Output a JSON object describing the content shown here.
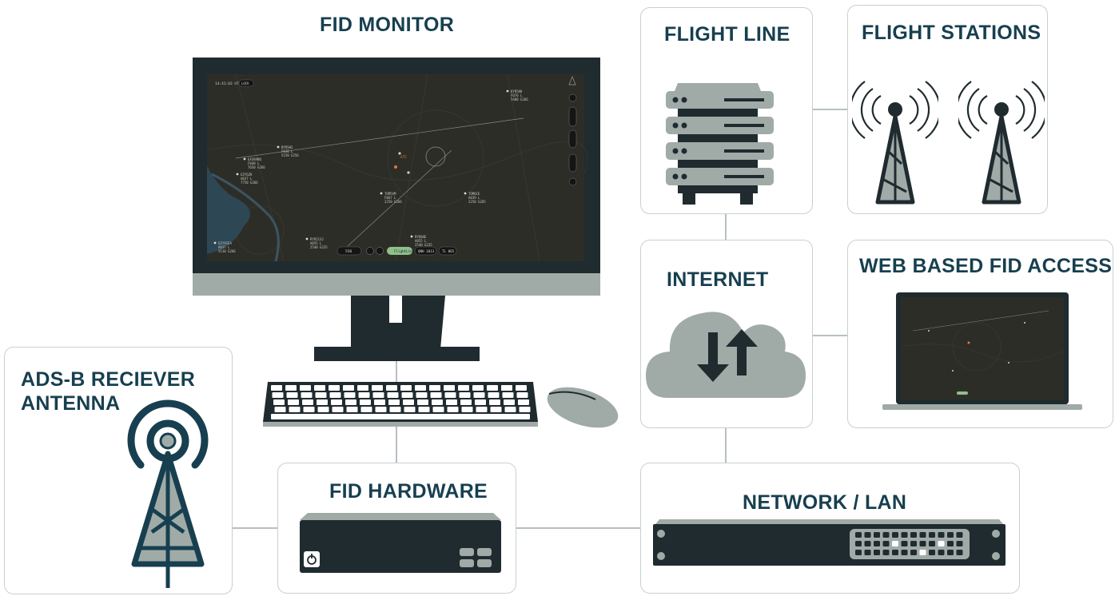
{
  "diagram": {
    "fid_monitor": {
      "title": "FID MONITOR"
    },
    "flight_line": {
      "title": "FLIGHT LINE"
    },
    "flight_stations": {
      "title": "FLIGHT STATIONS"
    },
    "internet": {
      "title": "INTERNET"
    },
    "web_access": {
      "title": "WEB BASED FID ACCESS"
    },
    "ads_b": {
      "title_line1": "ADS-B RECIEVER",
      "title_line2": "ANTENNA"
    },
    "fid_hardware": {
      "title": "FID HARDWARE"
    },
    "network": {
      "title": "NETWORK / LAN"
    },
    "screen": {
      "time": "14:41:03 UTC",
      "lock_label": "LOCK",
      "zoom_value": "550",
      "flightline_label": "FlightLine",
      "qnh_label": "QNH 1013",
      "tl_label": "TL 065",
      "tracks": [
        {
          "id": "KYR5H8",
          "alt": "F076 L",
          "spd": "5400 G266"
        },
        {
          "id": "BYR5H2",
          "alt": "F038 L",
          "spd": "5150 G256"
        },
        {
          "id": "EXS8VNQ",
          "alt": "F040 L",
          "spd": "7650 G266"
        },
        {
          "id": "EZY6ZK",
          "alt": "A037 L",
          "spd": "7750 G266"
        },
        {
          "id": "TOM5VM",
          "alt": "F067 L",
          "spd": "2250 G266"
        },
        {
          "id": "TOM6CE",
          "alt": "A039 L",
          "spd": "2250 G265"
        },
        {
          "id": "EZY91EA",
          "alt": "A037 L",
          "spd": "5510 G266"
        },
        {
          "id": "RYR2132",
          "alt": "A055 L",
          "spd": "2540 G235"
        },
        {
          "id": "RYR8UE",
          "alt": "A055 L",
          "spd": "2540 G235"
        }
      ]
    }
  },
  "colors": {
    "dark": "#173f4f",
    "gray": "#a0aba8",
    "device": "#1f2b2f",
    "line": "#b7bfc2",
    "map": "#2d2d27"
  }
}
